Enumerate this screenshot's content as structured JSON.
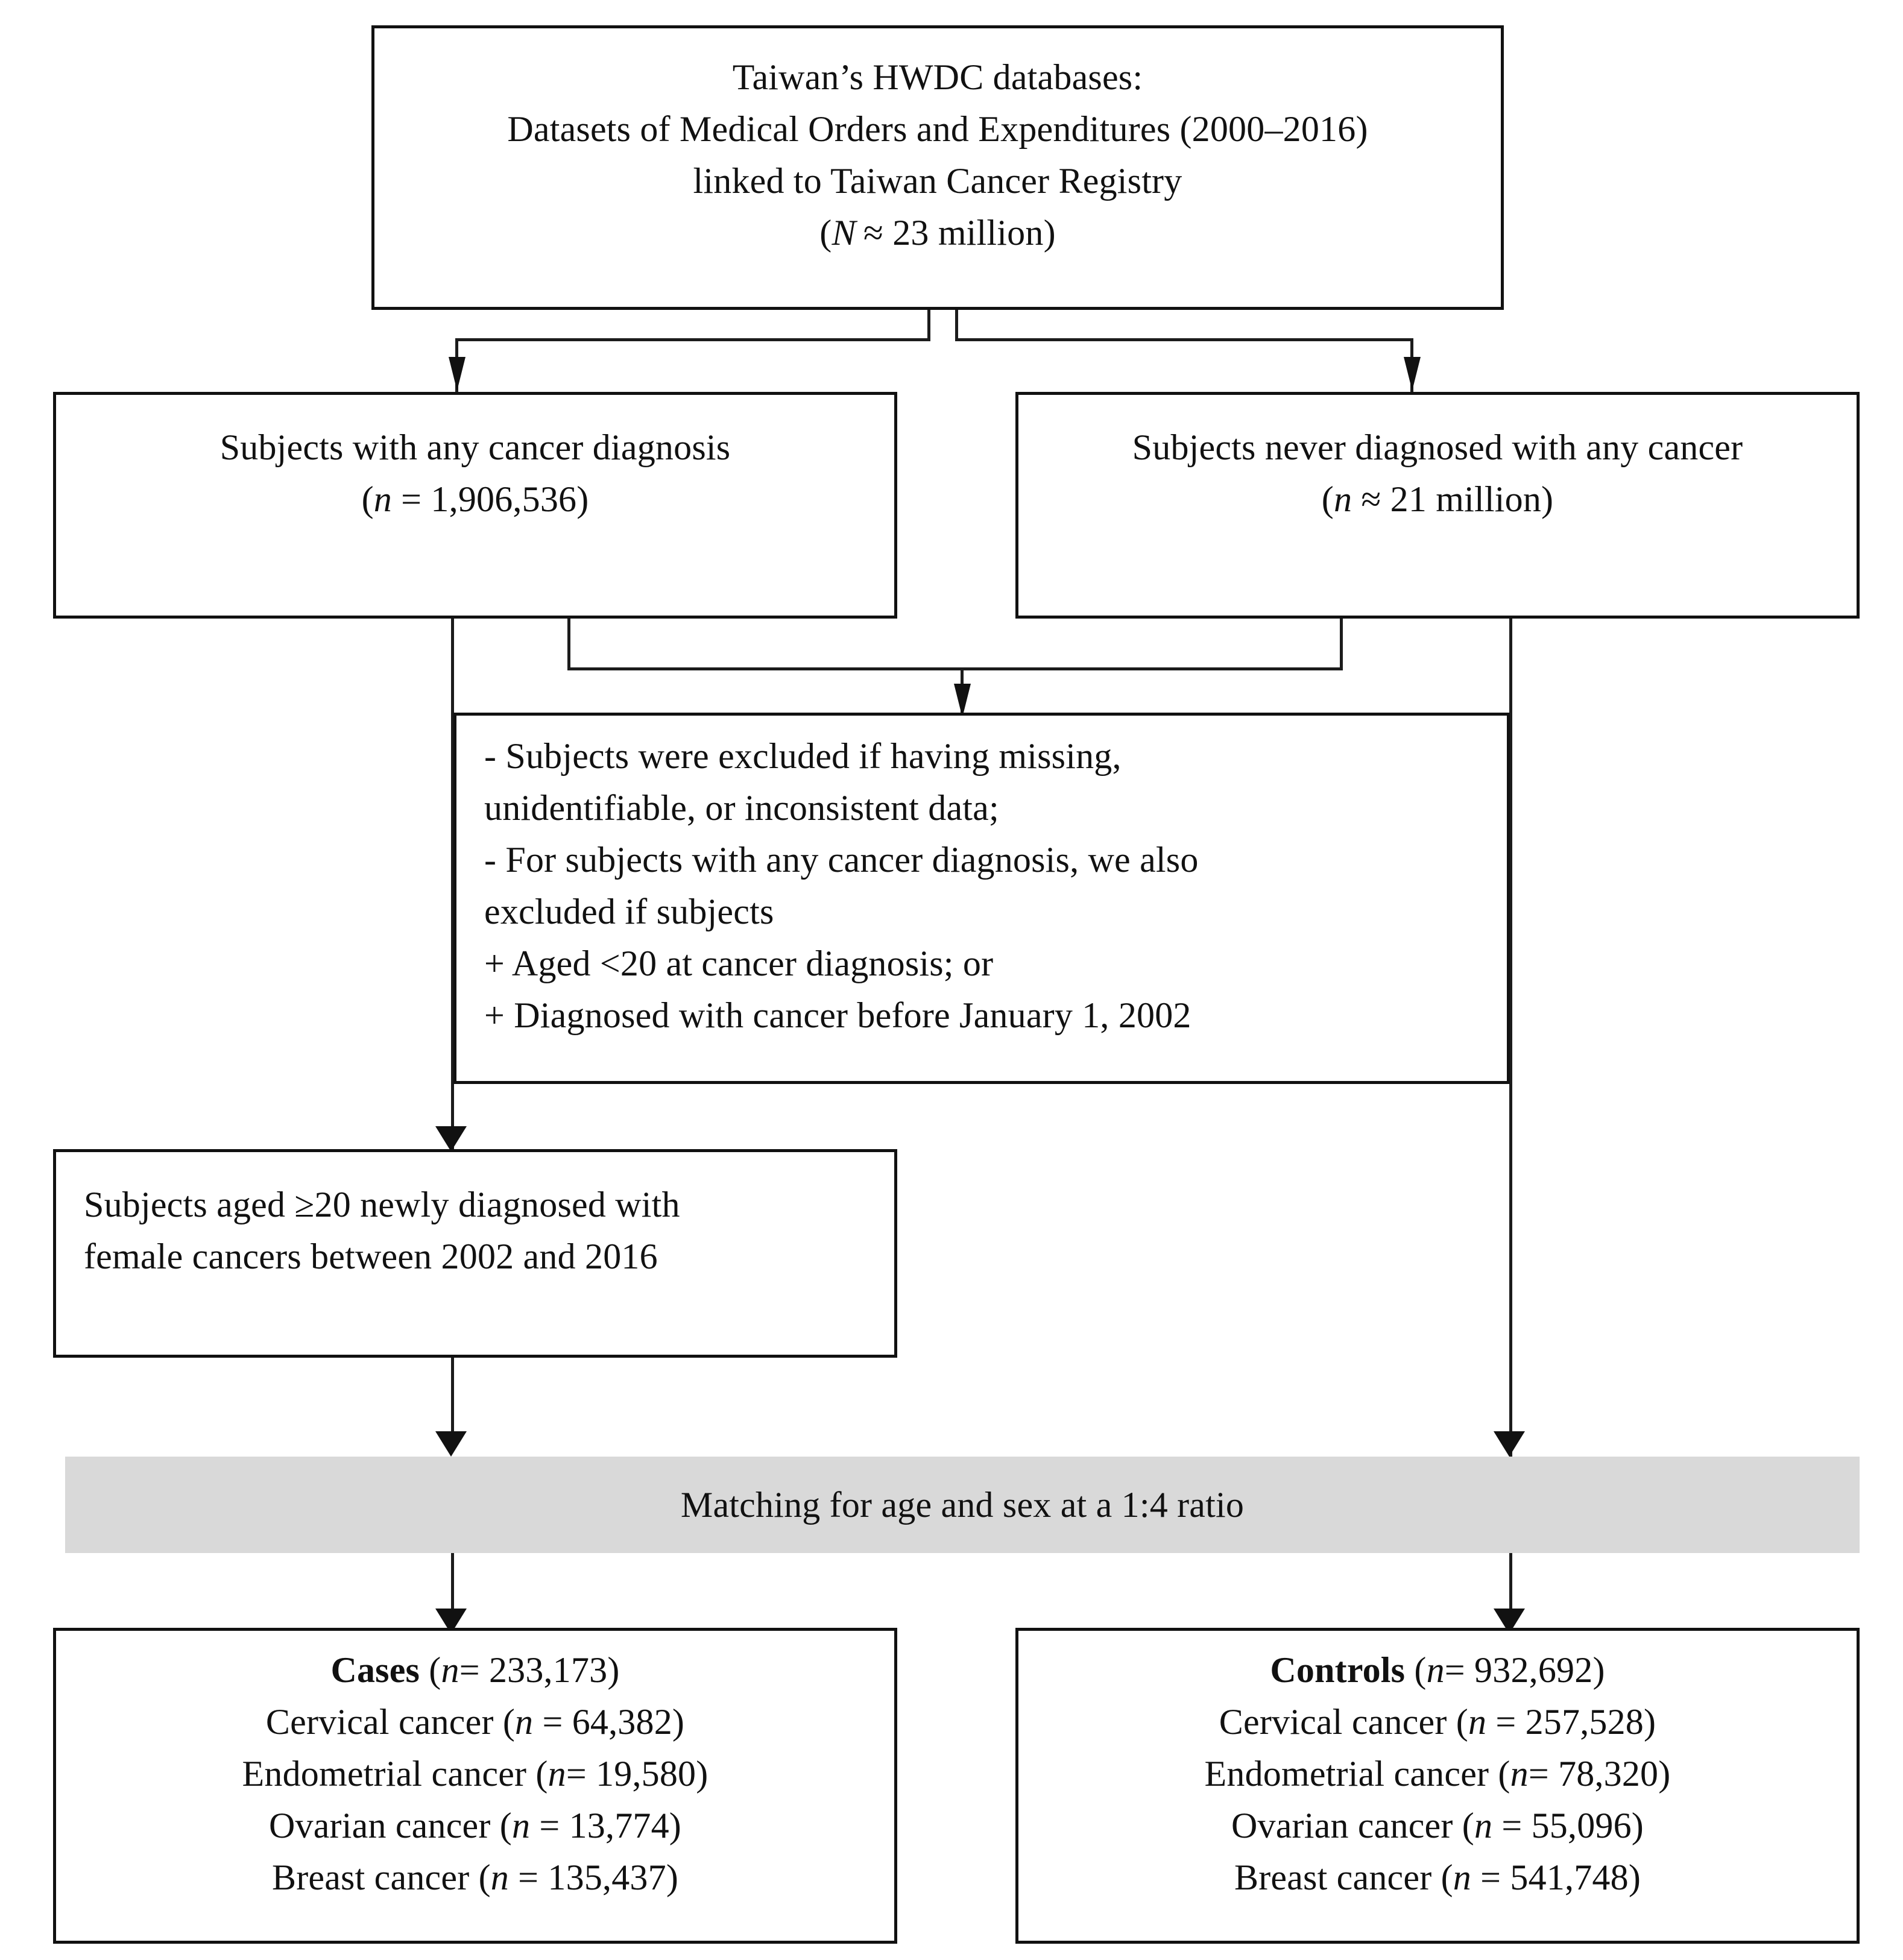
{
  "diagram": {
    "title": "Study population selection flowchart",
    "accent_color": "#111111",
    "band_color": "#d9d9d9",
    "nodes": {
      "source": {
        "name": "source-database-box",
        "lines": [
          "Taiwan’s HWDC databases:",
          "Datasets of Medical Orders and Expenditures (2000–2016)",
          "linked to Taiwan Cancer Registry",
          "(N ≈ 23 million)"
        ],
        "n_label": "N ≈ 23 million"
      },
      "cancer_group": {
        "name": "subjects-with-cancer-box",
        "lines": [
          "Subjects with any cancer diagnosis",
          "(n = 1,906,536)"
        ],
        "n_value": "1,906,536"
      },
      "no_cancer_group": {
        "name": "subjects-never-cancer-box",
        "lines": [
          "Subjects never diagnosed with any cancer",
          "(n ≈ 21 million)"
        ],
        "n_value": "≈ 21 million"
      },
      "exclusions": {
        "name": "exclusion-criteria-box",
        "lines": [
          "- Subjects were excluded if having missing,",
          "unidentifiable, or inconsistent data;",
          "- For subjects with any cancer diagnosis, we also",
          "excluded if subjects",
          "+ Aged <20 at cancer diagnosis; or",
          "+ Diagnosed with cancer before January 1, 2002"
        ]
      },
      "eligible": {
        "name": "eligible-subjects-box",
        "lines": [
          "Subjects aged ≥20 newly diagnosed with",
          "female cancers between 2002 and 2016"
        ]
      },
      "matching": {
        "name": "matching-band",
        "text": "Matching for age and sex at a 1:4 ratio",
        "ratio": "1:4"
      },
      "cases": {
        "name": "cases-box",
        "heading_label": "Cases",
        "heading_n": "233,173",
        "rows": [
          {
            "label": "Cervical cancer",
            "n": "64,382",
            "eq": "n = "
          },
          {
            "label": "Endometrial cancer",
            "n": "19,580",
            "eq": "n= "
          },
          {
            "label": "Ovarian cancer",
            "n": "13,774",
            "eq": "n = "
          },
          {
            "label": "Breast cancer",
            "n": "135,437",
            "eq": "n = "
          }
        ]
      },
      "controls": {
        "name": "controls-box",
        "heading_label": "Controls",
        "heading_n": "932,692",
        "rows": [
          {
            "label": "Cervical cancer",
            "n": "257,528",
            "eq": "n = "
          },
          {
            "label": "Endometrial cancer",
            "n": "78,320",
            "eq": "n= "
          },
          {
            "label": "Ovarian cancer",
            "n": "55,096",
            "eq": "n = "
          },
          {
            "label": "Breast cancer",
            "n": "541,748",
            "eq": "n = "
          }
        ]
      }
    }
  },
  "chart_data": {
    "type": "table",
    "title": "Study population selection flowchart",
    "categories": [
      "Cervical cancer",
      "Endometrial cancer",
      "Ovarian cancer",
      "Breast cancer"
    ],
    "series": [
      {
        "name": "Cases",
        "values": [
          64382,
          19580,
          13774,
          135437
        ],
        "total": 233173
      },
      {
        "name": "Controls",
        "values": [
          257528,
          78320,
          55096,
          541748
        ],
        "total": 932692
      }
    ],
    "source_total": "≈ 23 million",
    "cancer_cohort": 1906536,
    "non_cancer_cohort": "≈ 21 million",
    "match_ratio": "1:4",
    "study_period": "2002–2016",
    "data_period": "2000–2016"
  }
}
